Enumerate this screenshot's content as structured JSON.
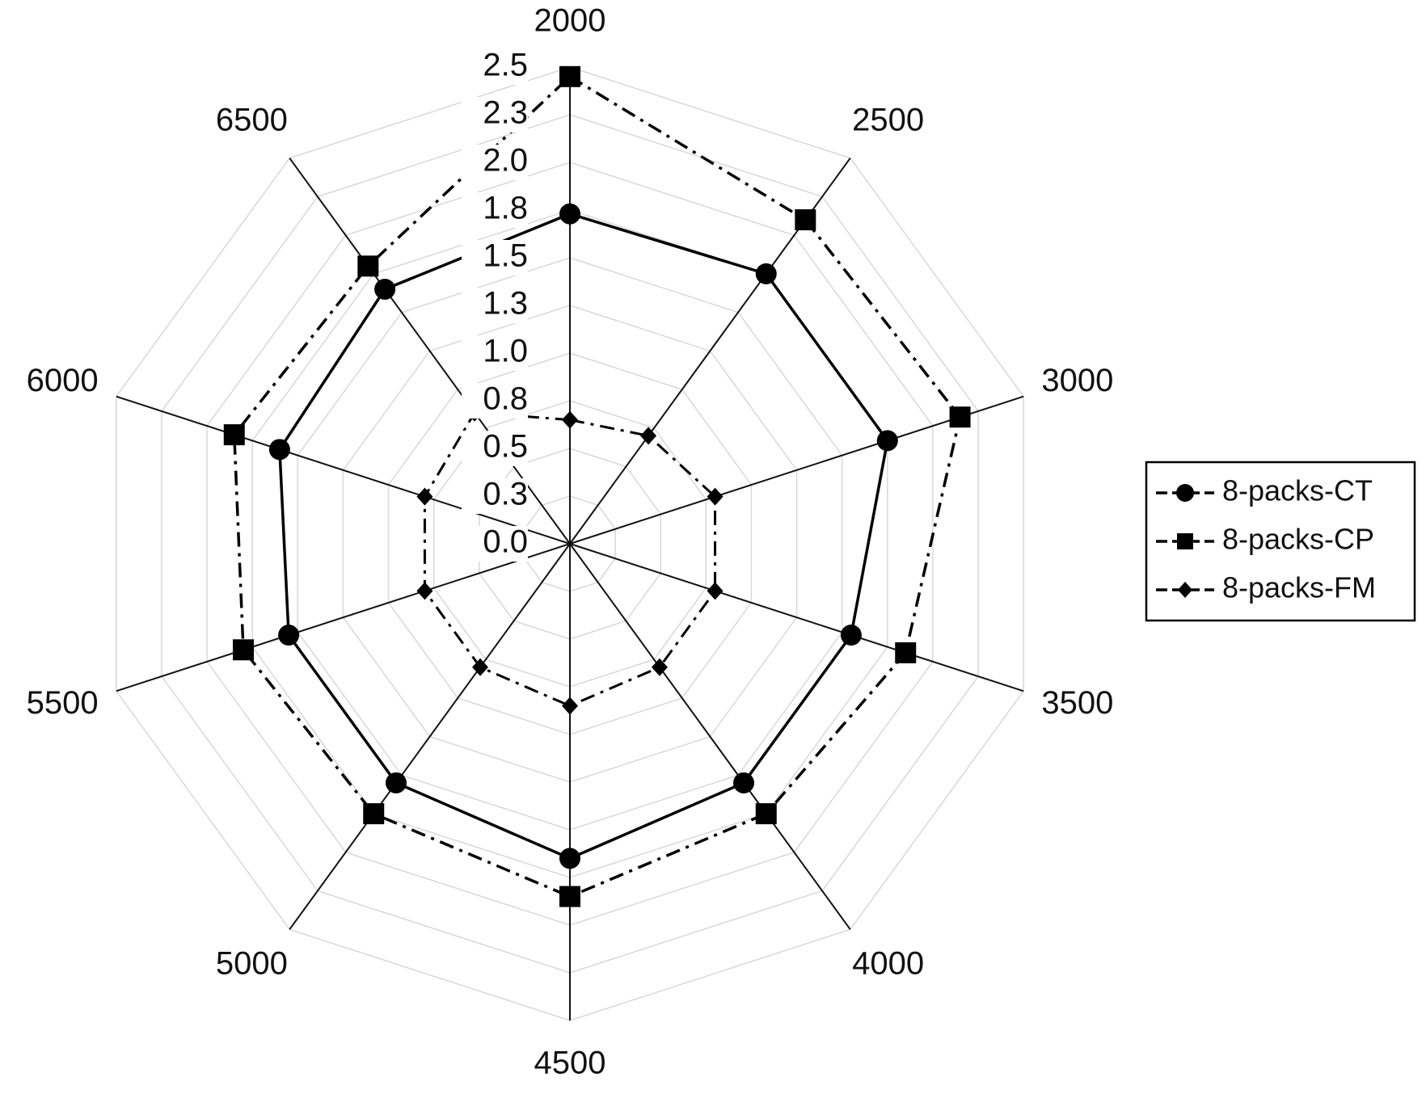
{
  "chart_data": {
    "type": "radar",
    "categories": [
      "2000",
      "2500",
      "3000",
      "3500",
      "4000",
      "4500",
      "5000",
      "5500",
      "6000",
      "6500"
    ],
    "radial_ticks": [
      "0.0",
      "0.3",
      "0.5",
      "0.8",
      "1.0",
      "1.3",
      "1.5",
      "1.8",
      "2.0",
      "2.3",
      "2.5"
    ],
    "rlim": [
      0,
      2.5
    ],
    "grid": true,
    "legend_position": "right",
    "series": [
      {
        "name": "8-packs-CT",
        "marker": "circle",
        "line": "solid",
        "values": [
          1.73,
          1.75,
          1.75,
          1.55,
          1.55,
          1.65,
          1.55,
          1.55,
          1.6,
          1.65
        ]
      },
      {
        "name": "8-packs-CP",
        "marker": "square",
        "line": "dash-dot",
        "values": [
          2.45,
          2.1,
          2.15,
          1.85,
          1.75,
          1.85,
          1.75,
          1.8,
          1.85,
          1.8
        ]
      },
      {
        "name": "8-packs-FM",
        "marker": "diamond",
        "line": "dash-dot",
        "values": [
          0.65,
          0.7,
          0.8,
          0.8,
          0.8,
          0.85,
          0.8,
          0.8,
          0.8,
          0.85
        ]
      }
    ]
  }
}
